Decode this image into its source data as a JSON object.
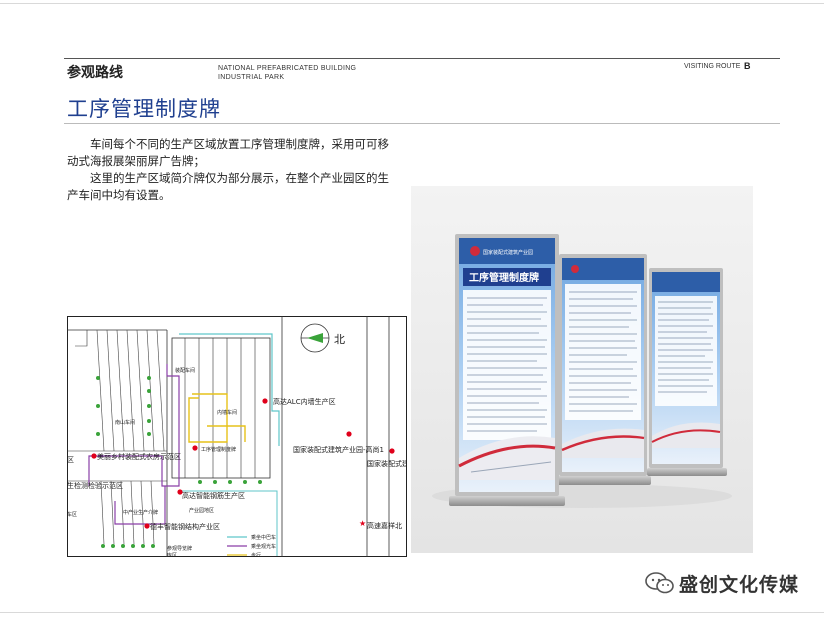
{
  "header": {
    "section_cn": "参观路线",
    "section_en_line1": "NATIONAL PREFABRICATED BUILDING",
    "section_en_line2": "INDUSTRIAL PARK",
    "route_label": "VISITING ROUTE",
    "route_letter": "B"
  },
  "title": "工序管理制度牌",
  "body": {
    "paragraph1": "车间每个不同的生产区域放置工序管理制度牌，采用可可移动式海报展架丽屏广告牌；",
    "paragraph2": "这里的生产区域简介牌仅为部分展示，在整个产业园区的生产车间中均有设置。"
  },
  "map": {
    "north_label": "北",
    "labels": {
      "gaoda_alc": "高达ALC内墙生产区",
      "guojia_park": "国家装配式建筑产业园-高尚1",
      "guojia_short": "国家装配式建",
      "meili_village": "美丽乡村装配式农房示范区",
      "qu": "区",
      "inspection": "生检测检验示范区",
      "gaoda_steel": "高达智能钢筋生产区",
      "dafeng": "德丰智能钢结构产业区",
      "gaosu": "高速嘉祥北",
      "gongxu": "工序管理制度牌",
      "neibu": "内墙车间",
      "zhuang": "装配车间",
      "nanshan": "南山车间",
      "chan_ye": "产业园地区",
      "zhong": "中产业生产介牌",
      "legend1": "乘坐中巴车",
      "legend2": "乘坐观光车",
      "legend3": "步行",
      "legend4": "参观导览牌",
      "ku": "库区",
      "che": "车区"
    }
  },
  "photo": {
    "sign_title": "工序管理制度牌",
    "sign_header": "国家装配式建筑产业园"
  },
  "watermark": {
    "text": "盛创文化传媒"
  },
  "colors": {
    "title_blue": "#1f3f8f",
    "marker_red": "#e0001b",
    "route_purple": "#8a3fa8",
    "route_yellow": "#e6c21a",
    "route_cyan": "#5fc6c9",
    "marker_green": "#3aa33a"
  }
}
